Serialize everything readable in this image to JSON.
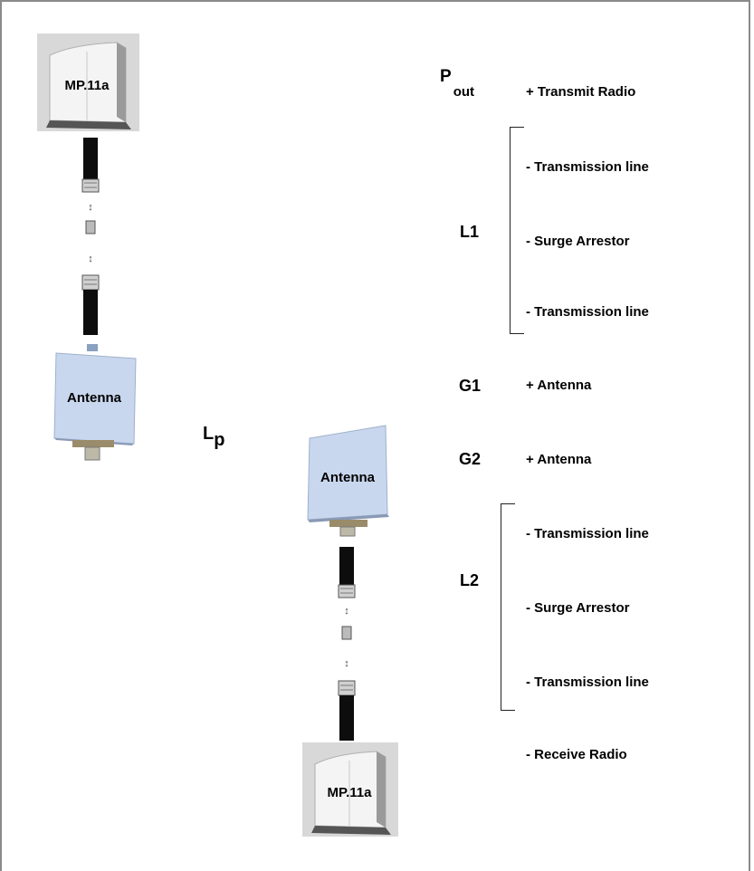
{
  "radio_label": "MP.11a",
  "antenna_label": "Antenna",
  "symbols": {
    "p_main": "P",
    "p_sub": "out",
    "l1": "L1",
    "g1": "G1",
    "lp_main": "L",
    "lp_sub": "p",
    "g2": "G2",
    "l2": "L2"
  },
  "items": {
    "transmit_radio": "+ Transmit Radio",
    "l1_line_a": "- Transmission line",
    "l1_surge": "- Surge Arrestor",
    "l1_line_b": "- Transmission line",
    "g1_antenna": "+ Antenna",
    "g2_antenna": "+ Antenna",
    "l2_line_a": "- Transmission line",
    "l2_surge": "- Surge Arrestor",
    "l2_line_b": "- Transmission line",
    "receive_radio": "- Receive Radio"
  }
}
